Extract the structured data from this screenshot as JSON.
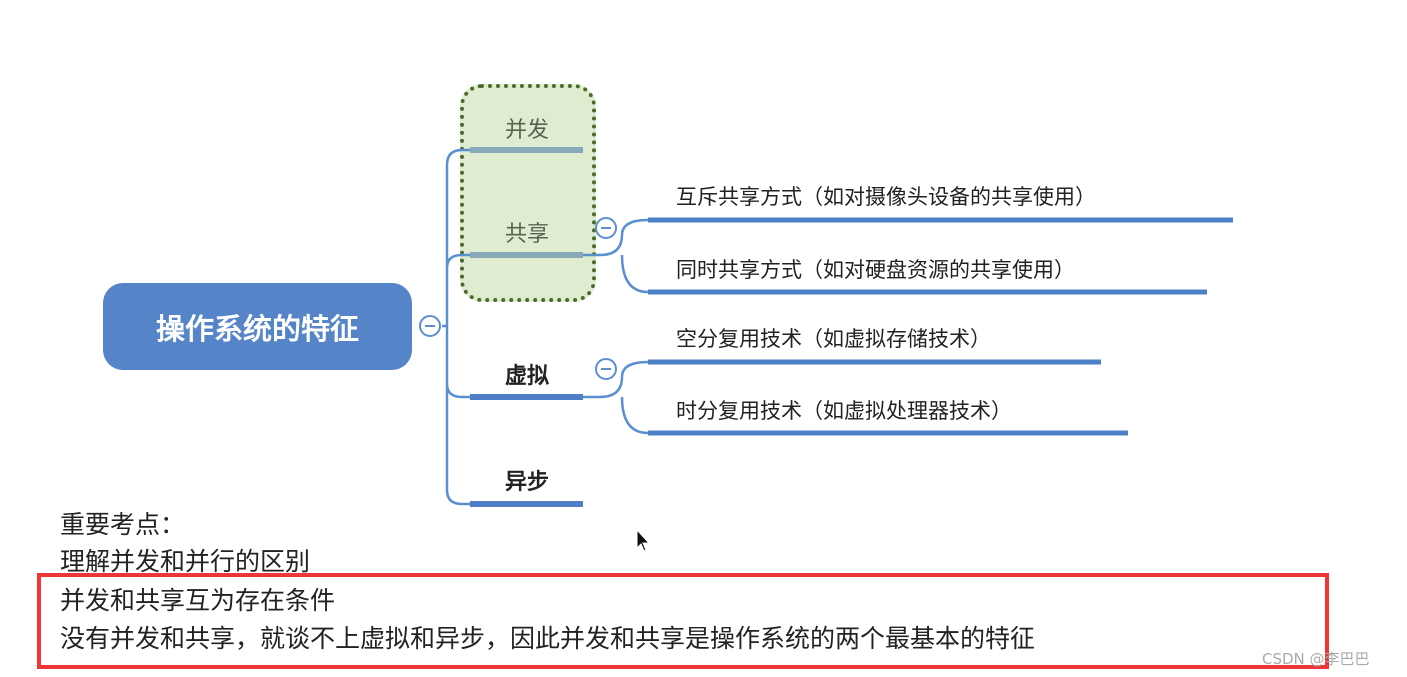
{
  "root": {
    "label": "操作系统的特征"
  },
  "branches": [
    {
      "label": "并发"
    },
    {
      "label": "共享",
      "children": [
        "互斥共享方式（如对摄像头设备的共享使用）",
        "同时共享方式（如对硬盘资源的共享使用）"
      ]
    },
    {
      "label": "虚拟",
      "children": [
        "空分复用技术（如虚拟存储技术）",
        "时分复用技术（如虚拟处理器技术）"
      ]
    },
    {
      "label": "异步"
    }
  ],
  "notes": {
    "title": "重要考点：",
    "line1": "理解并发和并行的区别",
    "line2": "并发和共享互为存在条件",
    "line3": "没有并发和共享，就谈不上虚拟和异步，因此并发和共享是操作系统的两个最基本的特征"
  },
  "watermark": "CSDN @李巴巴",
  "colors": {
    "node": "#5585c8",
    "line": "#5585c8",
    "highlight": "#dfeccf",
    "redbox": "#ee3636"
  }
}
